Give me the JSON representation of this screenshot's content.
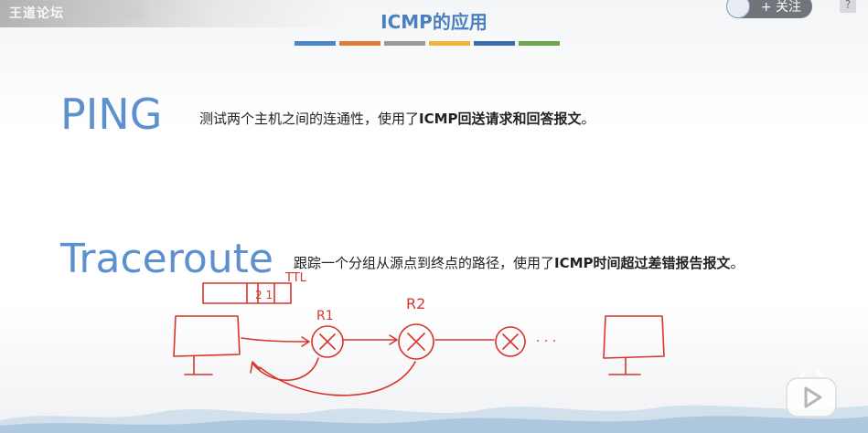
{
  "watermark": "王道论坛",
  "slide": {
    "title": "ICMP的应用",
    "colorbars": [
      "#4a86c8",
      "#e07b3a",
      "#9a9a9a",
      "#f0b43c",
      "#3a6cb0",
      "#6aa84f"
    ],
    "ping": {
      "title": "PING",
      "desc_prefix": "测试两个主机之间的连通性，使用了",
      "desc_bold": "ICMP回送请求和回答报文",
      "desc_suffix": "。"
    },
    "traceroute": {
      "title": "Traceroute",
      "desc_prefix": "跟踪一个分组从源点到终点的路径，使用了",
      "desc_bold": "ICMP时间超过差错报告报文",
      "desc_suffix": "。"
    },
    "annotations": {
      "ttl": "TTL",
      "packet_fields": "2 1",
      "router_1": "R1",
      "router_2": "R2",
      "ellipsis": "· · ·"
    }
  },
  "player": {
    "follow_label": "+ 关注",
    "help_label": "?"
  },
  "colors": {
    "heading": "#5c90cf",
    "title": "#4a7fc0",
    "ink": "#d9342b"
  }
}
